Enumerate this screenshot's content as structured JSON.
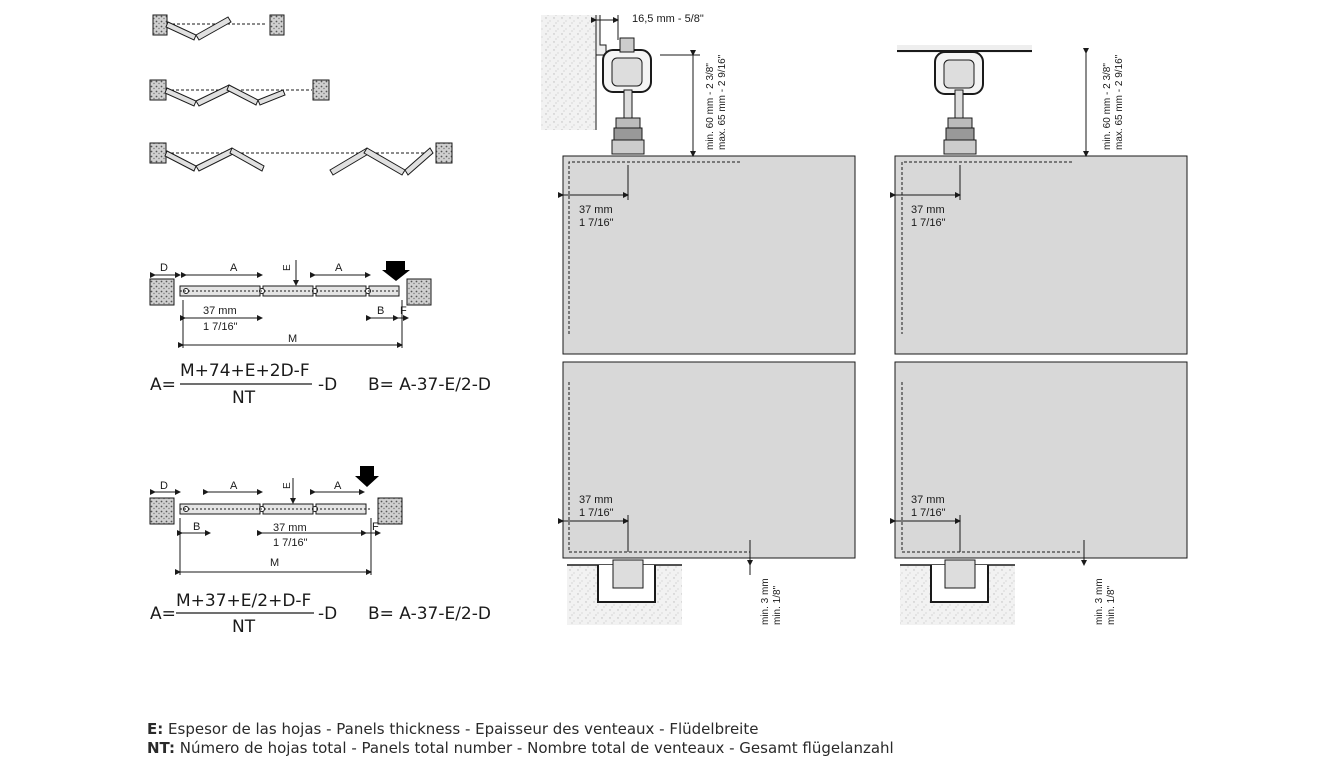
{
  "legend": {
    "e_key": "E:",
    "e_text": "Espesor de las hojas - Panels thickness - Epaisseur des venteaux - Flüdelbreite",
    "nt_key": "NT:",
    "nt_text": "Número de hojas total - Panels total number - Nombre total de venteaux - Gesamt flügelanzahl"
  },
  "plan1": {
    "label_D": "D",
    "label_A1": "A",
    "label_E": "E",
    "label_A2": "A",
    "label_37": "37 mm",
    "label_37in": "1 7/16\"",
    "label_B": "B",
    "label_F": "F",
    "label_M": "M",
    "formula_A_prefix": "A=",
    "formula_A_num": "M+74+E+2D-F",
    "formula_A_den": "NT",
    "formula_A_suffix": "-D",
    "formula_B": "B= A-37-E/2-D"
  },
  "plan2": {
    "label_D": "D",
    "label_A1": "A",
    "label_E": "E",
    "label_A2": "A",
    "label_B": "B",
    "label_37": "37 mm",
    "label_37in": "1 7/16\"",
    "label_F": "F",
    "label_M": "M",
    "formula_A_prefix": "A=",
    "formula_A_num": "M+37+E/2+D-F",
    "formula_A_den": "NT",
    "formula_A_suffix": "-D",
    "formula_B": "B= A-37-E/2-D"
  },
  "elev1": {
    "top_offset": "16,5 mm - 5/8\"",
    "height_min": "min. 60 mm - 2 3/8\"",
    "height_max": "max. 65 mm - 2 9/16\"",
    "inset_top_mm": "37 mm",
    "inset_top_in": "1 7/16\"",
    "inset_bot_mm": "37 mm",
    "inset_bot_in": "1 7/16\"",
    "gap_mm": "min. 3 mm",
    "gap_in": "min. 1/8\""
  },
  "elev2": {
    "height_min": "min. 60 mm - 2 3/8\"",
    "height_max": "max. 65 mm - 2 9/16\"",
    "inset_top_mm": "37 mm",
    "inset_top_in": "1 7/16\"",
    "inset_bot_mm": "37 mm",
    "inset_bot_in": "1 7/16\"",
    "gap_mm": "min. 3 mm",
    "gap_in": "min. 1/8\""
  },
  "colors": {
    "panel": "#d8d8d8",
    "line": "#1a1a1a",
    "concrete": "#ececec",
    "post": "#cfcfcf"
  }
}
